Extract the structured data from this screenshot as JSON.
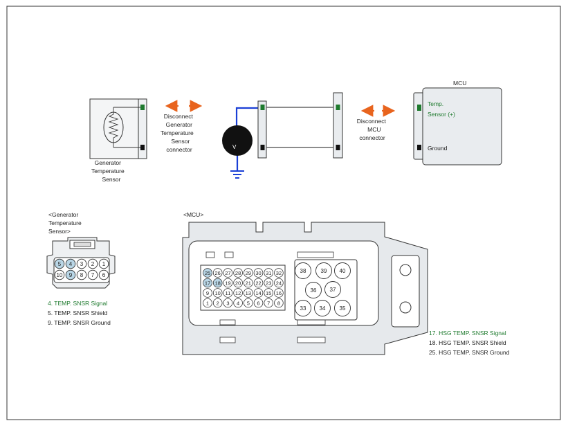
{
  "colors": {
    "signal_green": "#1e7a2e",
    "arrow_orange": "#e8641e",
    "meter_wire_blue": "#1a3fd6",
    "highlight_pin": "#b9d6e6",
    "connector_fill": "#e9ecef",
    "mcu_outline_fill": "#e6e9ec"
  },
  "sensor_box": {
    "label_lines": [
      "Generator",
      "Temperature",
      "Sensor"
    ],
    "icon": "thermistor-icon"
  },
  "disconnect_sensor": {
    "lines": [
      "Disconnect",
      "Generator",
      "Temperature",
      "Sensor",
      "connector"
    ]
  },
  "voltmeter": {
    "label": "V",
    "icon": "ground-icon"
  },
  "disconnect_mcu": {
    "lines": [
      "Disconnect",
      "MCU",
      "connector"
    ]
  },
  "mcu_box": {
    "title": "MCU",
    "pin1_label_lines": [
      "Temp.",
      "Sensor (+)"
    ],
    "pin2_label": "Ground"
  },
  "sensor_connector": {
    "title_lines": [
      "<Generator",
      "Temperature",
      "Sensor>"
    ],
    "top_row": [
      "5",
      "4",
      "3",
      "2",
      "1"
    ],
    "bottom_row": [
      "10",
      "9",
      "8",
      "7",
      "6"
    ],
    "highlighted": [
      "4",
      "5",
      "9"
    ],
    "legend": [
      {
        "text": "4. TEMP. SNSR Signal",
        "color": "green"
      },
      {
        "text": "5. TEMP. SNSR Shield",
        "color": "black"
      },
      {
        "text": "9. TEMP. SNSR Ground",
        "color": "black"
      }
    ]
  },
  "mcu_connector": {
    "title": "<MCU>",
    "small_rows": [
      [
        "25",
        "26",
        "27",
        "28",
        "29",
        "30",
        "31",
        "32"
      ],
      [
        "17",
        "18",
        "19",
        "20",
        "21",
        "22",
        "23",
        "24"
      ],
      [
        "9",
        "10",
        "11",
        "12",
        "13",
        "14",
        "15",
        "16"
      ],
      [
        "1",
        "2",
        "3",
        "4",
        "5",
        "6",
        "7",
        "8"
      ]
    ],
    "highlighted": [
      "25",
      "17",
      "18"
    ],
    "large_pins": [
      "38",
      "39",
      "40",
      "36",
      "37",
      "33",
      "34",
      "35"
    ],
    "legend": [
      {
        "text": "17. HSG TEMP. SNSR Signal",
        "color": "green"
      },
      {
        "text": "18. HSG TEMP. SNSR Shield",
        "color": "black"
      },
      {
        "text": "25. HSG TEMP. SNSR Ground",
        "color": "black"
      }
    ]
  }
}
